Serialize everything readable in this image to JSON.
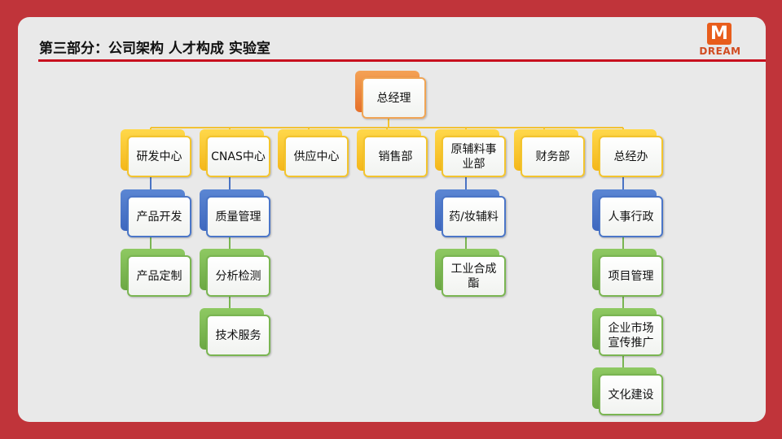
{
  "header": {
    "title": "第三部分：公司架构 人才构成 实验室",
    "logo_letter": "M",
    "logo_text": "DREAM"
  },
  "colors": {
    "background": "#c0343a",
    "panel": "#e9e9e9",
    "title_rule": "#c8101e",
    "root": "#e6702a",
    "department": "#f4b71a",
    "sub_level_1": "#3e68bf",
    "sub_level_2": "#6ca844"
  },
  "org": {
    "root": "总经理",
    "departments": [
      {
        "name": "研发中心",
        "children": [
          "产品开发",
          "产品定制"
        ]
      },
      {
        "name": "CNAS中心",
        "children": [
          "质量管理",
          "分析检测",
          "技术服务"
        ]
      },
      {
        "name": "供应中心",
        "children": []
      },
      {
        "name": "销售部",
        "children": []
      },
      {
        "name": "原辅料事业部",
        "children": [
          "药/妆辅料",
          "工业合成酯"
        ]
      },
      {
        "name": "财务部",
        "children": []
      },
      {
        "name": "总经办",
        "children": [
          "人事行政",
          "项目管理",
          "企业市场宣传推广",
          "文化建设"
        ]
      }
    ]
  }
}
